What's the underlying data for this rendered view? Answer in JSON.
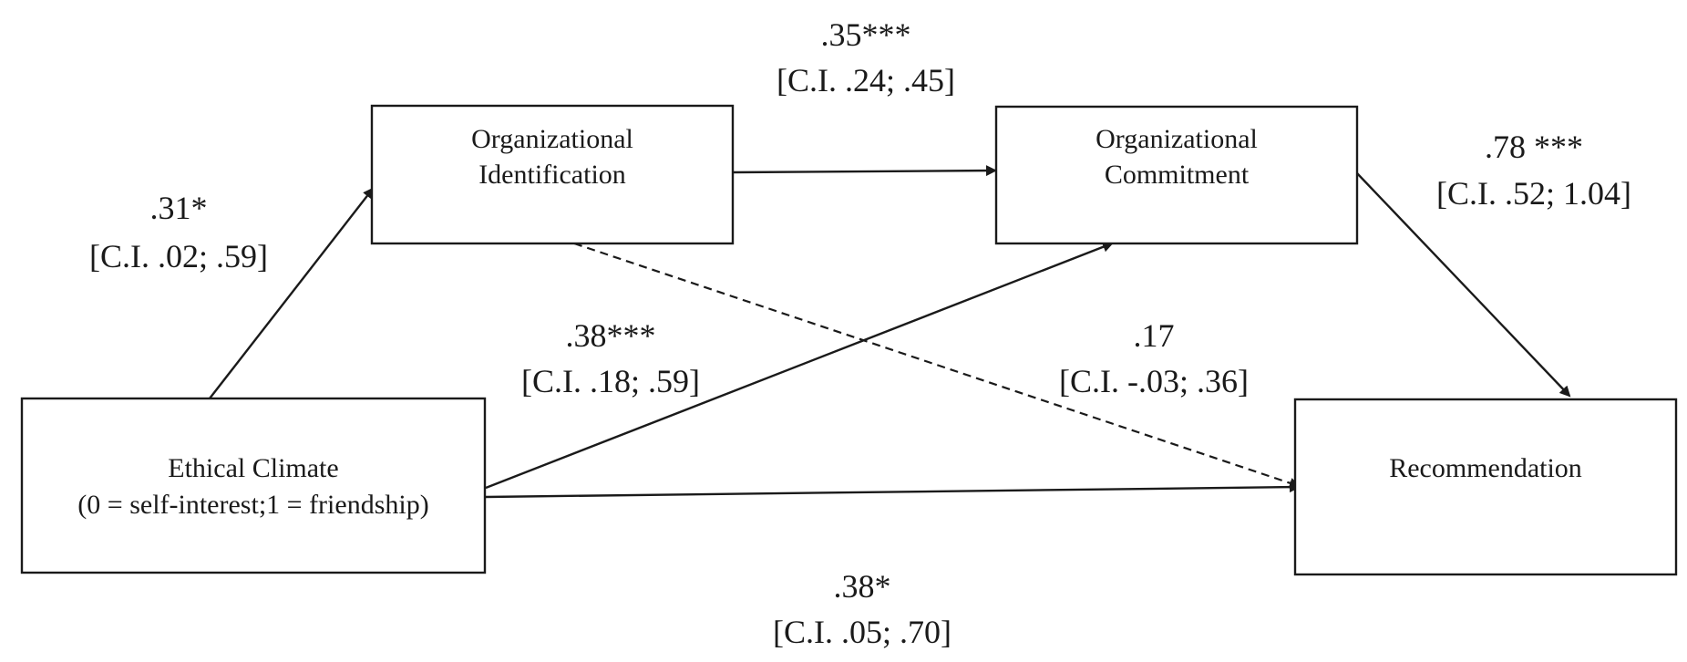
{
  "nodes": {
    "org_identification": {
      "line1": "Organizational",
      "line2": "Identification"
    },
    "org_commitment": {
      "line1": "Organizational",
      "line2": "Commitment"
    },
    "ethical_climate": {
      "line1": "Ethical Climate",
      "line2": "(0 = self-interest;1 = friendship)"
    },
    "recommendation": {
      "line1": "Recommendation"
    }
  },
  "paths": {
    "climate_to_identification": {
      "coef": ".31*",
      "ci": "[C.I. .02; .59]"
    },
    "identification_to_commitment": {
      "coef": ".35***",
      "ci": "[C.I. .24; .45]"
    },
    "commitment_to_recommendation": {
      "coef": ".78 ***",
      "ci": "[C.I. .52; 1.04]"
    },
    "climate_to_commitment": {
      "coef": ".38***",
      "ci": "[C.I. .18; .59]"
    },
    "identification_to_recommendation": {
      "coef": ".17",
      "ci": "[C.I. -.03; .36]",
      "style": "dashed"
    },
    "climate_to_recommendation": {
      "coef": ".38*",
      "ci": "[C.I. .05; .70]"
    }
  },
  "colors": {
    "stroke": "#1a1a1a",
    "background": "#ffffff"
  }
}
